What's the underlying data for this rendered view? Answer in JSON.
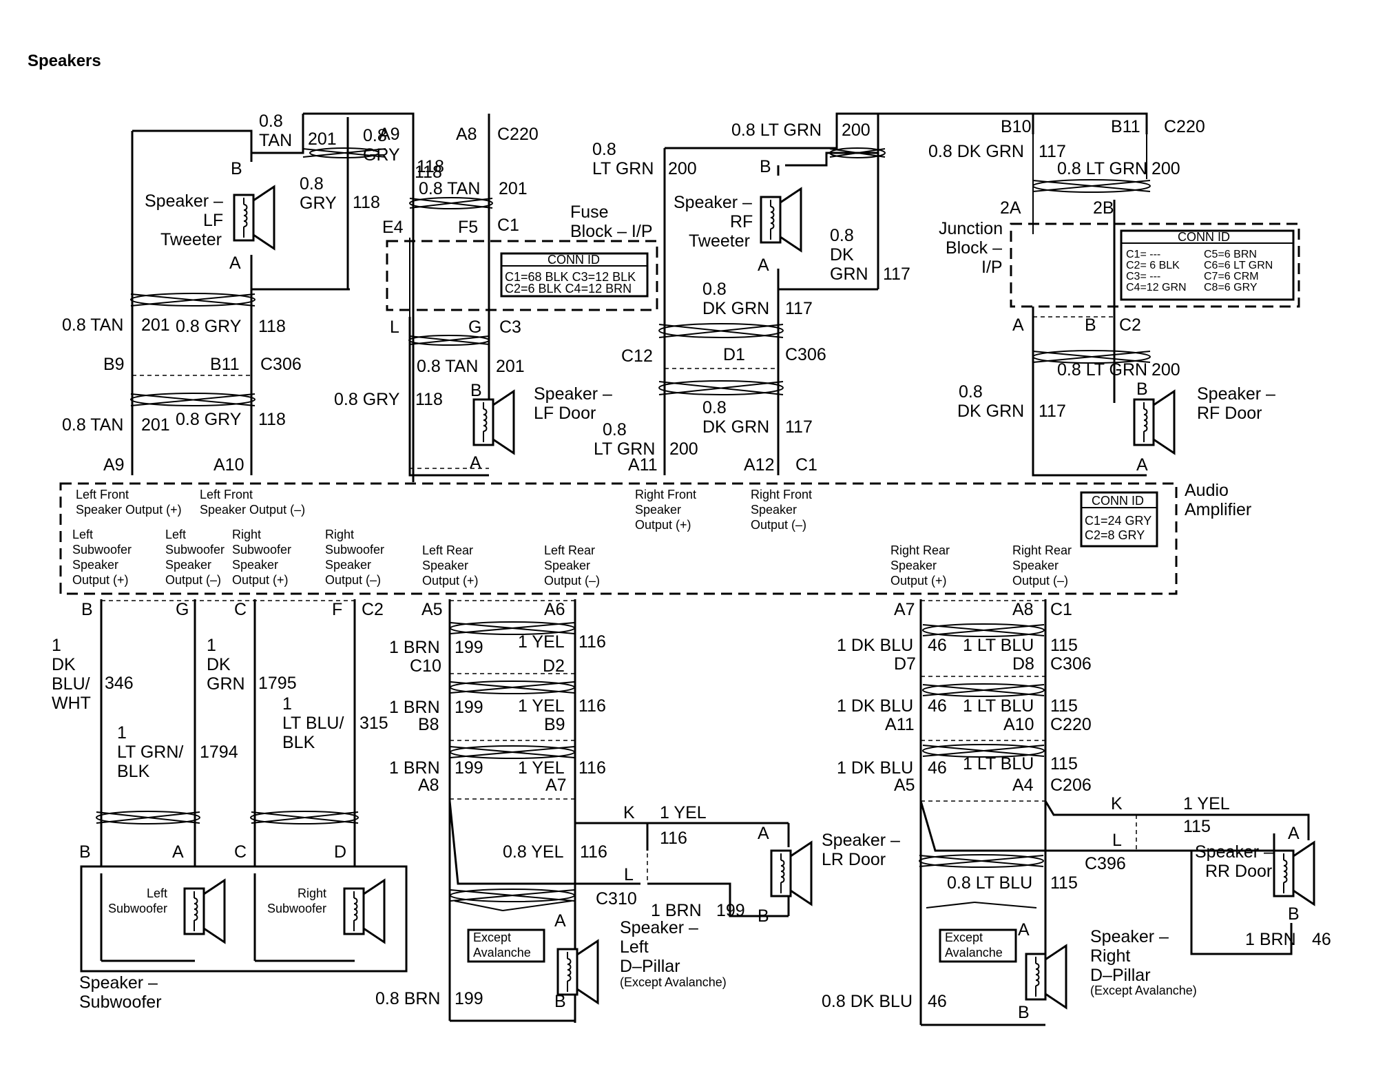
{
  "title": "Speakers",
  "wires": {
    "lf_tw_pos": {
      "gauge": "0.8\nTAN",
      "circuit": "201"
    },
    "lf_tw_neg": {
      "gauge": "0.8\nGRY",
      "circuit": "118"
    },
    "lf_tw_neg2": {
      "gauge": "0.8\nGRY",
      "circuit": "118"
    },
    "tan_201": {
      "gauge": "0.8 TAN",
      "circuit": "201"
    },
    "gry_118": {
      "gauge": "0.8 GRY",
      "circuit": "118"
    },
    "lt_grn_200": {
      "gauge": "0.8 LT GRN",
      "circuit": "200"
    },
    "dk_grn_117": {
      "gauge": "0.8 DK GRN",
      "circuit": "117"
    },
    "lt_grn_200b": {
      "gauge": "0.8\nLT GRN",
      "circuit": "200"
    },
    "dk_grn_117b": {
      "gauge": "0.8\nDK\nGRN",
      "circuit": "117"
    },
    "dk_grn_117c": {
      "gauge": "0.8\nDK GRN",
      "circuit": "117"
    },
    "dk_grn_117d": {
      "gauge": "0.8\nDK GRN",
      "circuit": "117"
    },
    "lt_grn_200c": {
      "gauge": "0.8\nLT GRN",
      "circuit": "200"
    },
    "dk_grn_117e": {
      "gauge": "0.8\nDK GRN",
      "circuit": "117"
    },
    "sub_346": {
      "gauge": "1\nDK\nBLU/\nWHT",
      "circuit": "346"
    },
    "sub_1794": {
      "gauge": "1\nLT GRN/\nBLK",
      "circuit": "1794"
    },
    "sub_1795": {
      "gauge": "1\nDK\nGRN",
      "circuit": "1795"
    },
    "sub_315": {
      "gauge": "1\nLT BLU/\nBLK",
      "circuit": "315"
    },
    "brn_199": {
      "gauge": "1 BRN",
      "circuit": "199"
    },
    "yel_116": {
      "gauge": "1 YEL",
      "circuit": "116"
    },
    "dkblu_46": {
      "gauge": "1 DK BLU",
      "circuit": "46"
    },
    "ltblu_115": {
      "gauge": "1 LT BLU",
      "circuit": "115"
    },
    "yel_116_08": {
      "gauge": "0.8 YEL",
      "circuit": "116"
    },
    "brn_199_08": {
      "gauge": "0.8 BRN",
      "circuit": "199"
    },
    "ltblu_115_08": {
      "gauge": "0.8 LT BLU",
      "circuit": "115"
    },
    "dkblu_46_08": {
      "gauge": "0.8 DK BLU",
      "circuit": "46"
    }
  },
  "connectors": {
    "c220": "C220",
    "c306": "C306",
    "c1": "C1",
    "c2": "C2",
    "c3": "C3",
    "c10": "C10",
    "c206": "C206",
    "c310": "C310",
    "c396": "C396",
    "c12": "C12"
  },
  "fuse_block": {
    "label": "Fuse\nBlock – I/P",
    "conn_id_title": "CONN ID",
    "conn_id_rows": [
      "C1=68 BLK  C3=12 BLK",
      "C2=6 BLK    C4=12 BRN"
    ]
  },
  "junction_block": {
    "label": "Junction\nBlock –\nI/P",
    "conn_id_title": "CONN ID",
    "conn_id_left": [
      "C1= ---",
      "C2= 6 BLK",
      "C3= ---",
      "C4=12 GRN"
    ],
    "conn_id_right": [
      "C5=6 BRN",
      "C6=6 LT GRN",
      "C7=6 CRM",
      "C8=6 GRY"
    ]
  },
  "amplifier": {
    "label": "Audio\nAmplifier",
    "conn_id_title": "CONN ID",
    "conn_id_rows": [
      "C1=24 GRY",
      "C2=8 GRY"
    ],
    "outputs": [
      "Left Front\nSpeaker Output (+)",
      "Left Front\nSpeaker Output (–)",
      "Right Front\nSpeaker\nOutput (+)",
      "Right Front\nSpeaker\nOutput (–)",
      "Left\nSubwoofer\nSpeaker\nOutput (+)",
      "Left\nSubwoofer\nSpeaker\nOutput (–)",
      "Right\nSubwoofer\nSpeaker\nOutput (+)",
      "Right\nSubwoofer\nSpeaker\nOutput (–)",
      "Left Rear\nSpeaker\nOutput (+)",
      "Left Rear\nSpeaker\nOutput (–)",
      "Right Rear\nSpeaker\nOutput (+)",
      "Right Rear\nSpeaker\nOutput (–)"
    ]
  },
  "speakers": {
    "lf_tweeter": "Speaker –\nLF\nTweeter",
    "rf_tweeter": "Speaker –\nRF\nTweeter",
    "lf_door": "Speaker –\nLF Door",
    "rf_door": "Speaker –\nRF Door",
    "lr_door": "Speaker –\nLR Door",
    "rr_door": "Speaker –\nRR Door",
    "left_sub": "Left\nSubwoofer",
    "right_sub": "Right\nSubwoofer",
    "subwoofer": "Speaker –\nSubwoofer",
    "left_dpillar": "Speaker –\nLeft\nD–Pillar",
    "right_dpillar": "Speaker –\nRight\nD–Pillar",
    "except_avalanche_note": "(Except Avalanche)",
    "except_avalanche_box": "Except\nAvalanche"
  },
  "pins": {
    "A": "A",
    "B": "B",
    "C": "C",
    "D": "D",
    "F": "F",
    "G": "G",
    "K": "K",
    "L": "L",
    "A4": "A4",
    "A5": "A5",
    "A6": "A6",
    "A7": "A7",
    "A8": "A8",
    "A9": "A9",
    "A10": "A10",
    "A11": "A11",
    "A12": "A12",
    "B8": "B8",
    "B9": "B9",
    "B10": "B10",
    "B11": "B11",
    "C12": "C12",
    "D1": "D1",
    "D2": "D2",
    "D7": "D7",
    "D8": "D8",
    "E4": "E4",
    "F5": "F5",
    "2A": "2A",
    "2B": "2B"
  },
  "symbols": {
    "plus": "+",
    "minus": "−"
  }
}
